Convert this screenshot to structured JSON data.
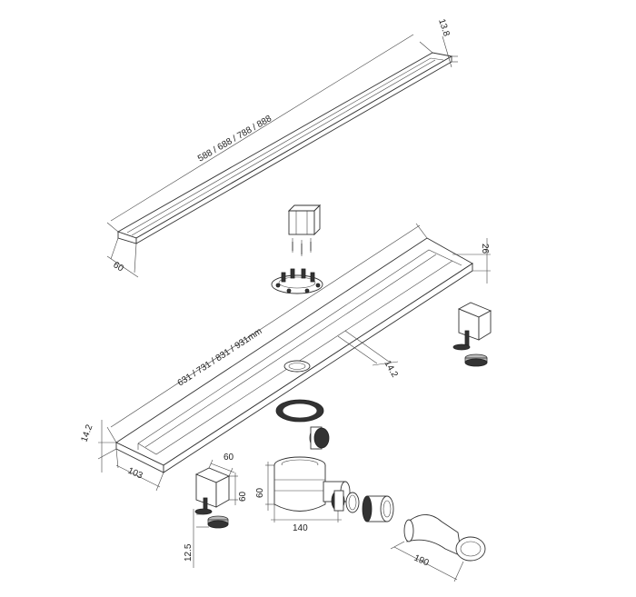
{
  "dimensions": {
    "grate_length": "588 / 688 / 788 / 888",
    "grate_height": "13.8",
    "grate_width": "60",
    "channel_length": "631 / 731 / 831 / 931mm",
    "channel_height": "26",
    "channel_inner": "14.2",
    "channel_end_height": "14.2",
    "channel_width": "103",
    "bracket_width": "60",
    "bracket_height": "60",
    "foot_height": "12.5",
    "trap_height": "60",
    "trap_width": "140",
    "elbow_length": "190"
  }
}
